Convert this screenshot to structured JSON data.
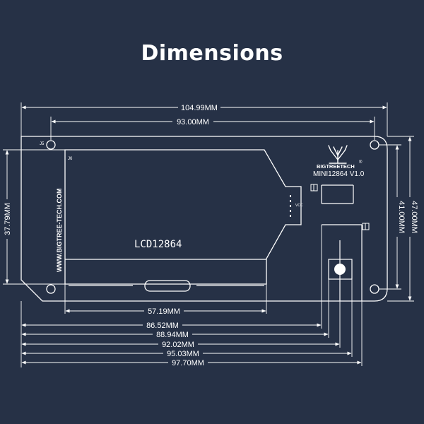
{
  "title": "Dimensions",
  "board": {
    "brand": "BIGTREETECH",
    "model": "MINI12864 V1.0",
    "website": "WWW.BIGTREE-TECH.COM",
    "lcd_label": "LCD12864",
    "j5": "J5",
    "j6": "J6",
    "registered": "®",
    "vcc": "VCC"
  },
  "dimensions": {
    "total_width": "104.99MM",
    "hole_spacing_h": "93.00MM",
    "lcd_height": "37.79MM",
    "hole_spacing_v": "41.00MM",
    "total_height": "47.00MM",
    "window_width": "57.19MM",
    "d1": "86.52MM",
    "d2": "88.94MM",
    "d3": "92.02MM",
    "d4": "95.03MM",
    "d5": "97.70MM"
  },
  "colors": {
    "background": "#263146",
    "lines": "#ffffff"
  }
}
